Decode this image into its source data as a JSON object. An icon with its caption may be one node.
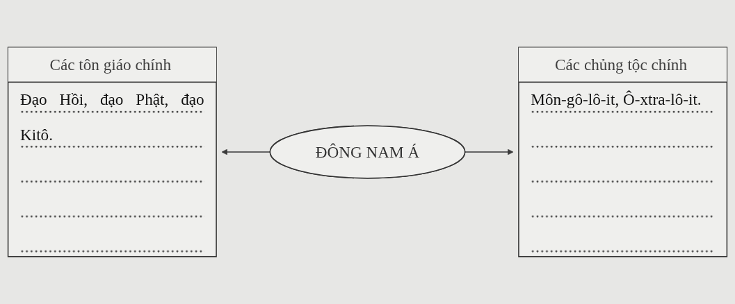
{
  "diagram": {
    "nodes": [
      {
        "text": [
          "Các tôn giáo chính",
          "Đạo Hồi, đạo Phật, đạo Kitô."
        ]
      },
      {
        "text": [
          "ĐÔNG NAM Á"
        ]
      },
      {
        "text": [
          "Các chủng tộc chính",
          "Môn-gô-lô-it, Ô-xtra-lô-it."
        ]
      }
    ],
    "edges": [
      {
        "from": 1,
        "to": 0,
        "arrow": "to"
      },
      {
        "from": 1,
        "to": 2,
        "arrow": "to"
      }
    ]
  }
}
